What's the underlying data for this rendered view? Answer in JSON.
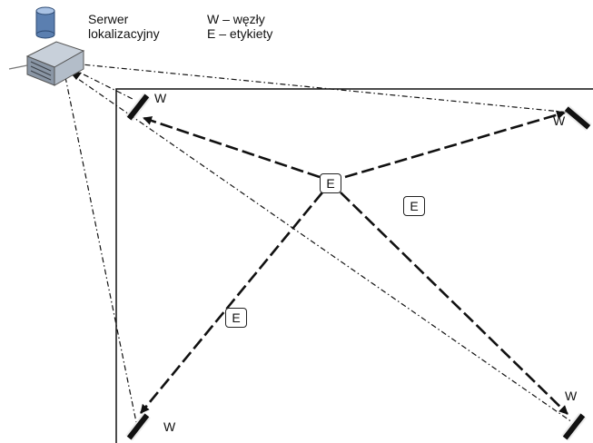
{
  "server": {
    "label_line1": "Serwer",
    "label_line2": "lokalizacyjny"
  },
  "legend": {
    "nodes": "W – węzły",
    "tags": "E – etykiety"
  },
  "nodes": [
    {
      "id": "top-left",
      "label": "W"
    },
    {
      "id": "top-right",
      "label": "W"
    },
    {
      "id": "bottom-left",
      "label": "W"
    },
    {
      "id": "bottom-right",
      "label": "W"
    }
  ],
  "tags": [
    {
      "id": "center",
      "label": "E"
    },
    {
      "id": "right",
      "label": "E"
    },
    {
      "id": "lower-left",
      "label": "E"
    }
  ]
}
